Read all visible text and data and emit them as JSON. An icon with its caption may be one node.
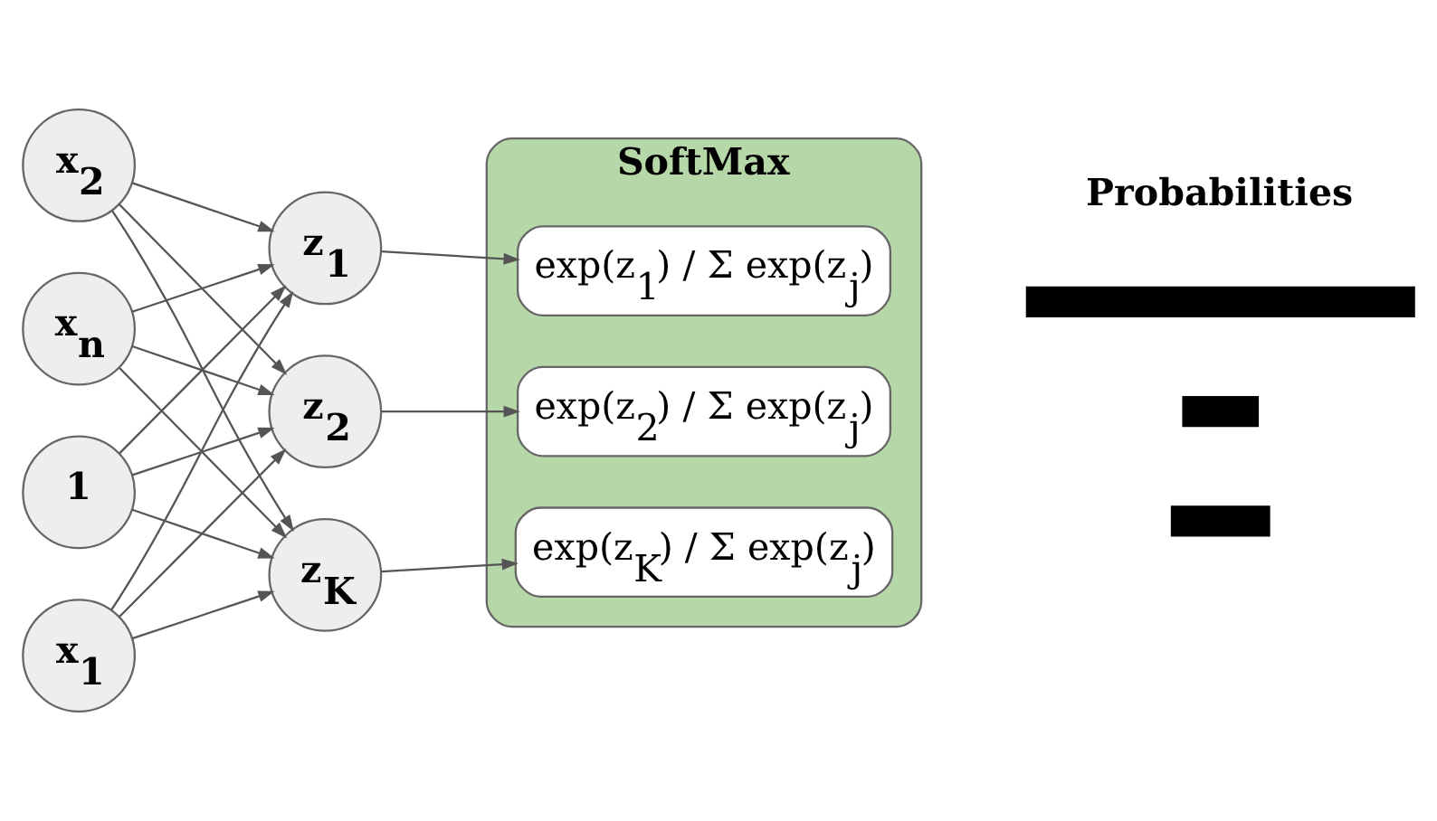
{
  "diagram": {
    "nodes": [
      {
        "text": [
          "1"
        ]
      },
      {
        "text": [
          "x$_{1}$"
        ]
      },
      {
        "text": [
          "x$_{2}$"
        ]
      },
      {
        "text": [
          "x$_{n}$"
        ]
      },
      {
        "text": [
          "z$_{1}$"
        ]
      },
      {
        "text": [
          "z$_{2}$"
        ]
      },
      {
        "text": [
          "z$_{K}$"
        ]
      },
      {
        "text": [
          "SoftMax"
        ]
      },
      {
        "text": [
          "exp(z$_{1}$) / Σ exp(z$_{j}$)"
        ],
        "in": 7
      },
      {
        "text": [
          "exp(z$_{2}$) / Σ exp(z$_{j}$)"
        ],
        "in": 7
      },
      {
        "text": [
          "exp(z$_{K}$) / Σ exp(z$_{j}$)"
        ],
        "in": 7
      },
      {
        "text": [],
        "shape": "bar"
      },
      {
        "text": [],
        "shape": "bar"
      },
      {
        "text": [],
        "shape": "bar"
      }
    ],
    "edges": [
      {
        "from": 0,
        "to": 4,
        "arrow": "to"
      },
      {
        "from": 0,
        "to": 5,
        "arrow": "to"
      },
      {
        "from": 0,
        "to": 6,
        "arrow": "to"
      },
      {
        "from": 1,
        "to": 4,
        "arrow": "to"
      },
      {
        "from": 1,
        "to": 5,
        "arrow": "to"
      },
      {
        "from": 1,
        "to": 6,
        "arrow": "to"
      },
      {
        "from": 2,
        "to": 4,
        "arrow": "to"
      },
      {
        "from": 2,
        "to": 5,
        "arrow": "to"
      },
      {
        "from": 2,
        "to": 6,
        "arrow": "to"
      },
      {
        "from": 3,
        "to": 4,
        "arrow": "to"
      },
      {
        "from": 3,
        "to": 5,
        "arrow": "to"
      },
      {
        "from": 3,
        "to": 6,
        "arrow": "to"
      },
      {
        "from": 4,
        "to": 8,
        "arrow": "to"
      },
      {
        "from": 5,
        "to": 9,
        "arrow": "to"
      },
      {
        "from": 6,
        "to": 10,
        "arrow": "to"
      }
    ],
    "labels": [
      "Probabilities"
    ]
  }
}
